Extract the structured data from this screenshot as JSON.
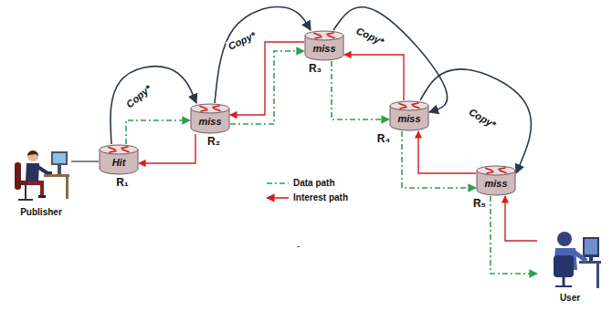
{
  "diagram": {
    "nodes": [
      {
        "text": [
          "Publisher"
        ]
      },
      {
        "text": [
          "Hit",
          "R₁"
        ]
      },
      {
        "text": [
          "miss",
          "R₂"
        ]
      },
      {
        "text": [
          "miss",
          "R₃"
        ]
      },
      {
        "text": [
          "miss",
          "R₄"
        ]
      },
      {
        "text": [
          "miss",
          "R₅"
        ]
      },
      {
        "text": [
          "User"
        ]
      }
    ],
    "edges": [
      {
        "from": 0,
        "to": 1,
        "arrow": "none"
      },
      {
        "from": 1,
        "to": 2,
        "label": "Copy*",
        "arrow": "to"
      },
      {
        "from": 2,
        "to": 3,
        "label": "Copy*",
        "arrow": "to"
      },
      {
        "from": 3,
        "to": 4,
        "label": "Copy*",
        "arrow": "to"
      },
      {
        "from": 4,
        "to": 5,
        "label": "Copy*",
        "arrow": "to"
      },
      {
        "from": 1,
        "to": 2,
        "arrow": "to"
      },
      {
        "from": 2,
        "to": 3,
        "arrow": "to"
      },
      {
        "from": 3,
        "to": 4,
        "arrow": "to"
      },
      {
        "from": 4,
        "to": 5,
        "arrow": "to"
      },
      {
        "from": 5,
        "to": 6,
        "arrow": "to"
      },
      {
        "from": 6,
        "to": 5,
        "arrow": "to"
      },
      {
        "from": 5,
        "to": 4,
        "arrow": "to"
      },
      {
        "from": 4,
        "to": 3,
        "arrow": "to"
      },
      {
        "from": 3,
        "to": 2,
        "arrow": "to"
      },
      {
        "from": 2,
        "to": 1,
        "arrow": "to"
      }
    ],
    "labels": [
      "-"
    ],
    "legend": [
      {
        "text": "Data path"
      },
      {
        "text": "Interest path"
      }
    ]
  }
}
